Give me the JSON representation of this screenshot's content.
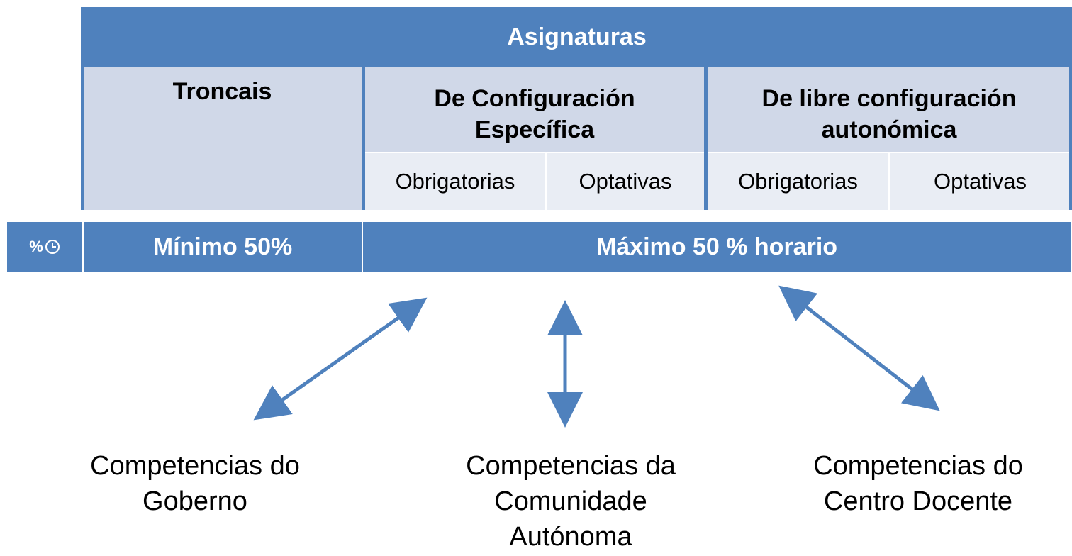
{
  "table": {
    "header": "Asignaturas",
    "columns": {
      "troncais": "Troncais",
      "especifica": {
        "line1": "De Configuración",
        "line2": "Específica"
      },
      "autonomica": {
        "line1": "De libre configuración",
        "line2": "autonómica"
      }
    },
    "subcolumns": [
      "Obrigatorias",
      "Optativas",
      "Obrigatorias",
      "Optativas"
    ]
  },
  "bar": {
    "icon": "%",
    "icon_name": "percent-clock-icon",
    "minimo": "Mínimo 50%",
    "maximo": "Máximo 50 % horario"
  },
  "competences": [
    {
      "line1": "Competencias do",
      "line2": "Goberno"
    },
    {
      "line1": "Competencias da",
      "line2": "Comunidade",
      "line3": "Autónoma"
    },
    {
      "line1": "Competencias do",
      "line2": "Centro Docente"
    }
  ],
  "colors": {
    "primary": "#4f81bd",
    "light": "#d0d8e8",
    "lighter": "#e9edf4"
  }
}
